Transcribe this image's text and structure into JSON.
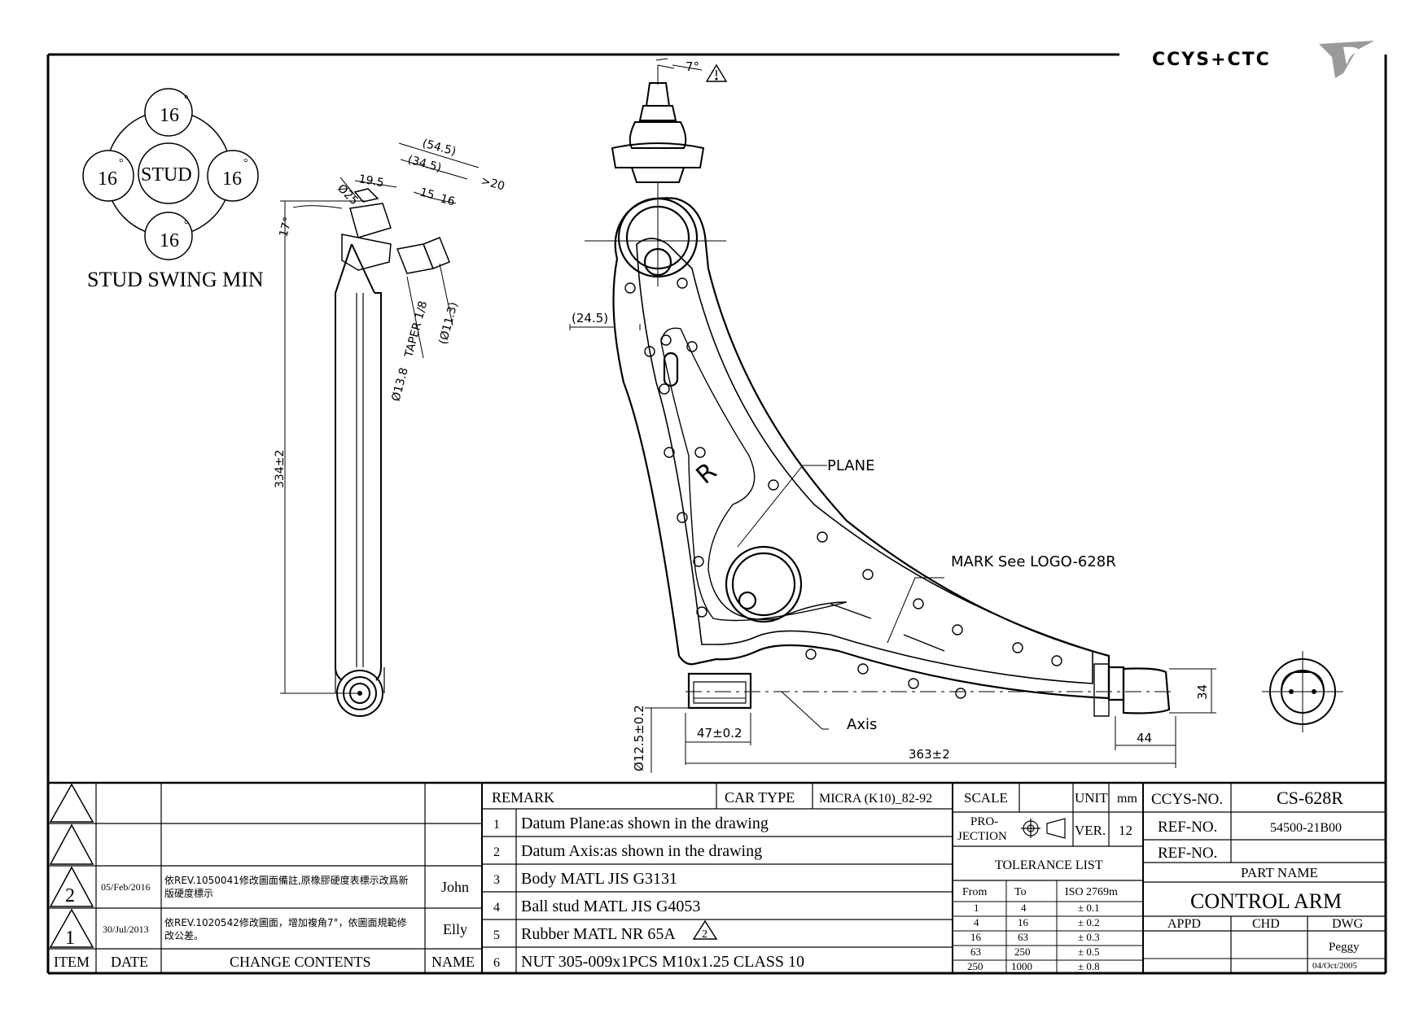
{
  "brand": {
    "logo_text": "CCYS+CTC"
  },
  "stud_swing": {
    "top": "16",
    "left": "16",
    "right": "16",
    "bottom": "16",
    "degree": "°",
    "center": "STUD",
    "caption": "STUD SWING MIN"
  },
  "dimensions": {
    "d54_5": "(54.5)",
    "d34_5": "(34.5)",
    "d19_5": "19.5",
    "d15": "15",
    "d16": "16",
    "gt20": ">20",
    "phi25": "Ø25",
    "a17": "17°",
    "taper": "TAPER 1/8",
    "phi11_3": "(Ø11.3)",
    "phi13_8": "Ø13.8",
    "len334": "334±2",
    "a7": "7°",
    "d24_5": "(24.5)",
    "plane": "PLANE",
    "mark": "MARK See LOGO-628R",
    "axis": "Axis",
    "d47": "47±0.2",
    "d363": "363±2",
    "d44": "44",
    "d34": "34",
    "phi12_5": "Ø12.5±0.2",
    "r_mark": "R"
  },
  "revision_flag": "2",
  "revision_table": {
    "rows": [
      {
        "item": "",
        "date": "",
        "content": "",
        "name": ""
      },
      {
        "item": "",
        "date": "",
        "content": "",
        "name": ""
      },
      {
        "item": "2",
        "date": "05/Feb/2016",
        "content_l1": "依REV.1050041修改圖面備註,原橡膠硬度表標示改爲新",
        "content_l2": "版硬度標示",
        "name": "John"
      },
      {
        "item": "1",
        "date": "30/Jul/2013",
        "content_l1": "依REV.1020542修改圖面，增加複角7°，依圖面規範修",
        "content_l2": "改公差。",
        "name": "Elly"
      }
    ],
    "headers": {
      "item": "ITEM",
      "date": "DATE",
      "change": "CHANGE CONTENTS",
      "name": "NAME"
    }
  },
  "remarks": {
    "header": "REMARK",
    "car_type_label": "CAR TYPE",
    "car_type": "MICRA (K10)_82-92",
    "items": [
      {
        "no": "1",
        "text": "Datum Plane:as shown in the drawing"
      },
      {
        "no": "2",
        "text": "Datum Axis:as shown in the drawing"
      },
      {
        "no": "3",
        "text": "Body MATL JIS G3131"
      },
      {
        "no": "4",
        "text": "Ball stud MATL JIS G4053"
      },
      {
        "no": "5",
        "text": "Rubber MATL NR 65A"
      },
      {
        "no": "6",
        "text": "NUT 305-009x1PCS M10x1.25 CLASS 10"
      }
    ],
    "flag": "2"
  },
  "spec": {
    "scale_label": "SCALE",
    "unit_label": "UNIT",
    "unit": "mm",
    "projection_l1": "PRO-",
    "projection_l2": "JECTION",
    "ver_label": "VER.",
    "ver": "12",
    "tolerance_title": "TOLERANCE LIST",
    "tol_headers": {
      "from": "From",
      "to": "To",
      "iso": "ISO 2769m"
    },
    "tolerances": [
      {
        "from": "1",
        "to": "4",
        "tol": "± 0.1"
      },
      {
        "from": "4",
        "to": "16",
        "tol": "± 0.2"
      },
      {
        "from": "16",
        "to": "63",
        "tol": "± 0.3"
      },
      {
        "from": "63",
        "to": "250",
        "tol": "± 0.5"
      },
      {
        "from": "250",
        "to": "1000",
        "tol": "± 0.8"
      }
    ]
  },
  "title_block": {
    "ccys_no_label": "CCYS-NO.",
    "ccys_no": "CS-628R",
    "ref_no_label": "REF-NO.",
    "ref_no": "54500-21B00",
    "ref_no2_label": "REF-NO.",
    "ref_no2": "",
    "part_name_label": "PART NAME",
    "part_name": "CONTROL ARM",
    "appd": "APPD",
    "chd": "CHD",
    "dwg": "DWG",
    "drawer": "Peggy",
    "drawn_date": "04/Oct/2005"
  }
}
